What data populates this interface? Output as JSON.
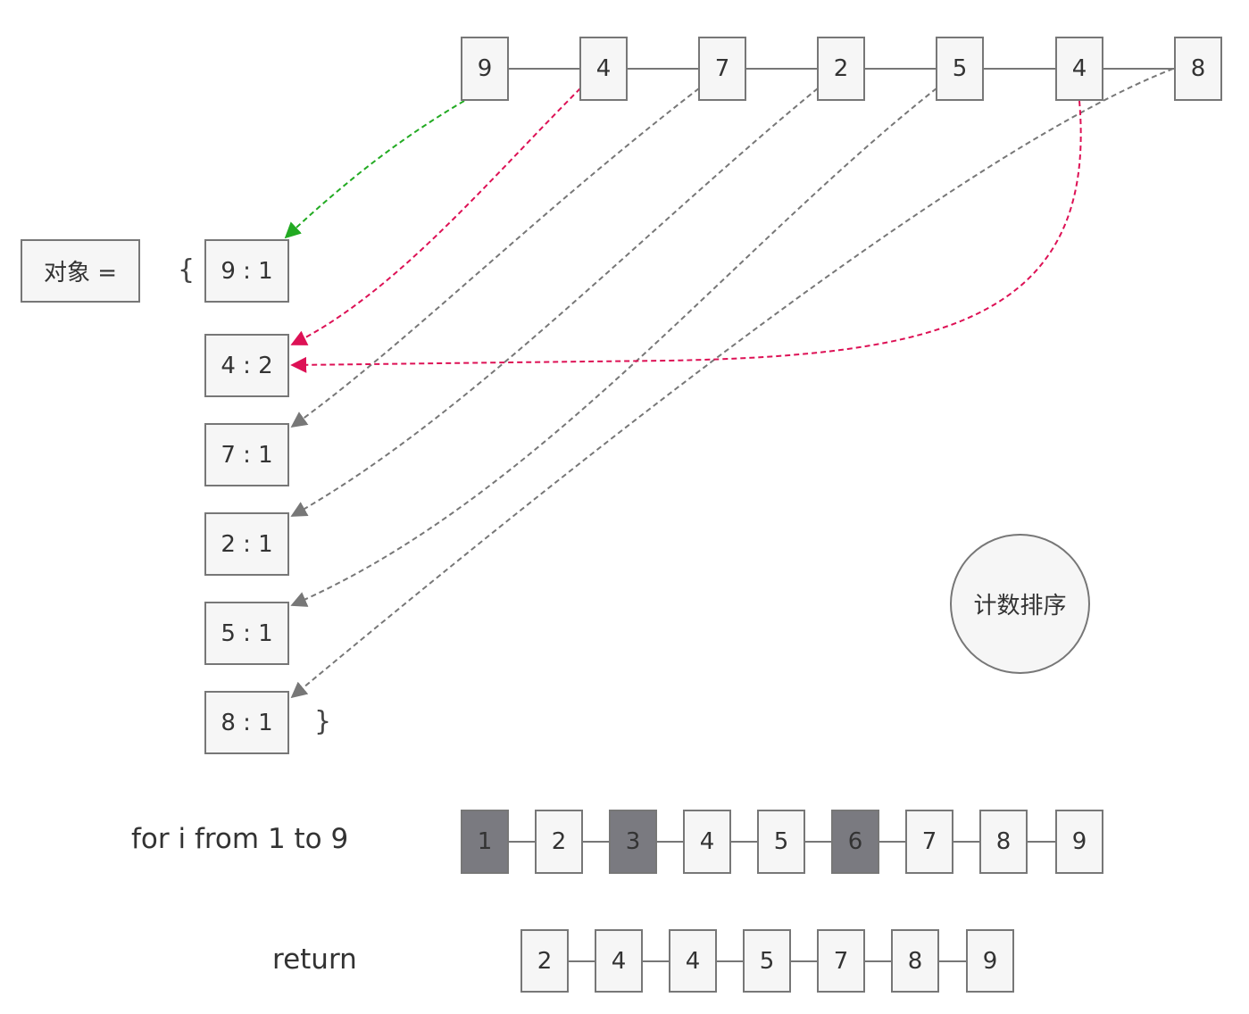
{
  "input_array": [
    "9",
    "4",
    "7",
    "2",
    "5",
    "4",
    "8"
  ],
  "object_label": "对象 =",
  "open_brace": "{",
  "close_brace": "}",
  "counts": [
    "9 : 1",
    "4 : 2",
    "7 : 1",
    "2 : 1",
    "5 : 1",
    "8 : 1"
  ],
  "title_circle": "计数排序",
  "loop_label": "for i from 1 to 9",
  "loop_cells": [
    {
      "value": "1",
      "missing": true
    },
    {
      "value": "2",
      "missing": false
    },
    {
      "value": "3",
      "missing": true
    },
    {
      "value": "4",
      "missing": false
    },
    {
      "value": "5",
      "missing": false
    },
    {
      "value": "6",
      "missing": true
    },
    {
      "value": "7",
      "missing": false
    },
    {
      "value": "8",
      "missing": false
    },
    {
      "value": "9",
      "missing": false
    }
  ],
  "return_label": "return",
  "result": [
    "2",
    "4",
    "4",
    "5",
    "7",
    "8",
    "9"
  ],
  "colors": {
    "border": "#777777",
    "box_fill": "#f6f6f6",
    "missing_fill": "#7a7a80",
    "arrow_gray": "#777777",
    "arrow_green": "#22aa22",
    "arrow_red": "#dd1155"
  }
}
